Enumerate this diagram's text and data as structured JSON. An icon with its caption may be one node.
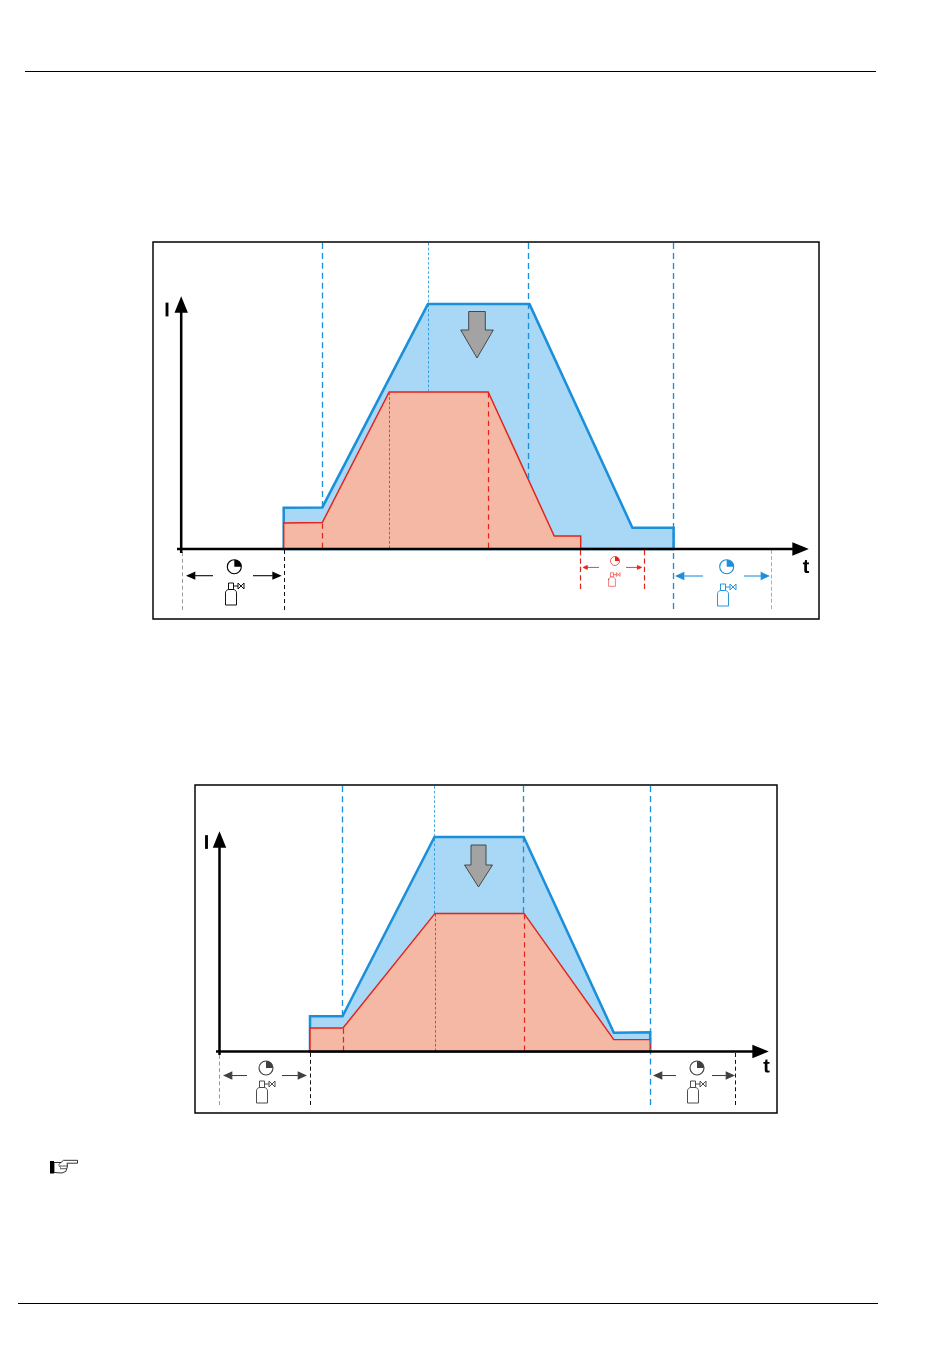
{
  "diagram": {
    "labels": [
      "I",
      "t",
      "I",
      "t"
    ]
  }
}
